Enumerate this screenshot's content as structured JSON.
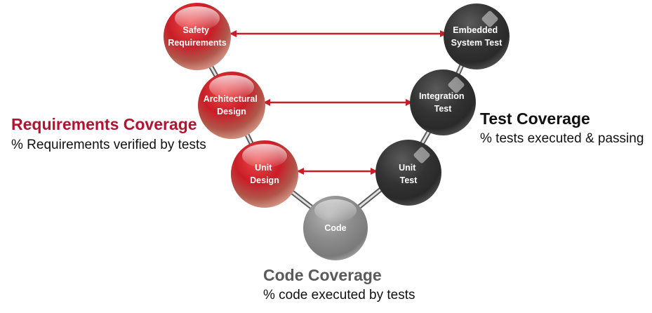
{
  "nodes": {
    "safety_requirements": {
      "lines": [
        "Safety",
        "Requirements"
      ]
    },
    "architectural_design": {
      "lines": [
        "Architectural",
        "Design"
      ]
    },
    "unit_design": {
      "lines": [
        "Unit",
        "Design"
      ]
    },
    "code": {
      "lines": [
        "Code"
      ]
    },
    "unit_test": {
      "lines": [
        "Unit",
        "Test"
      ]
    },
    "integration_test": {
      "lines": [
        "Integration",
        "Test"
      ]
    },
    "embedded_system_test": {
      "lines": [
        "Embedded",
        "System Test"
      ]
    }
  },
  "annotations": {
    "requirements": {
      "title": "Requirements Coverage",
      "subtitle": "% Requirements verified by tests"
    },
    "test": {
      "title": "Test Coverage",
      "subtitle": "% tests executed & passing"
    },
    "code": {
      "title": "Code Coverage",
      "subtitle": "% code executed by tests"
    }
  },
  "colors": {
    "requirements_ball": "#c81e28",
    "test_ball": "#333333",
    "code_ball": "#8c8c8c",
    "arrow": "#c81e28",
    "requirements_title": "#b5122f",
    "code_title": "#595959"
  }
}
